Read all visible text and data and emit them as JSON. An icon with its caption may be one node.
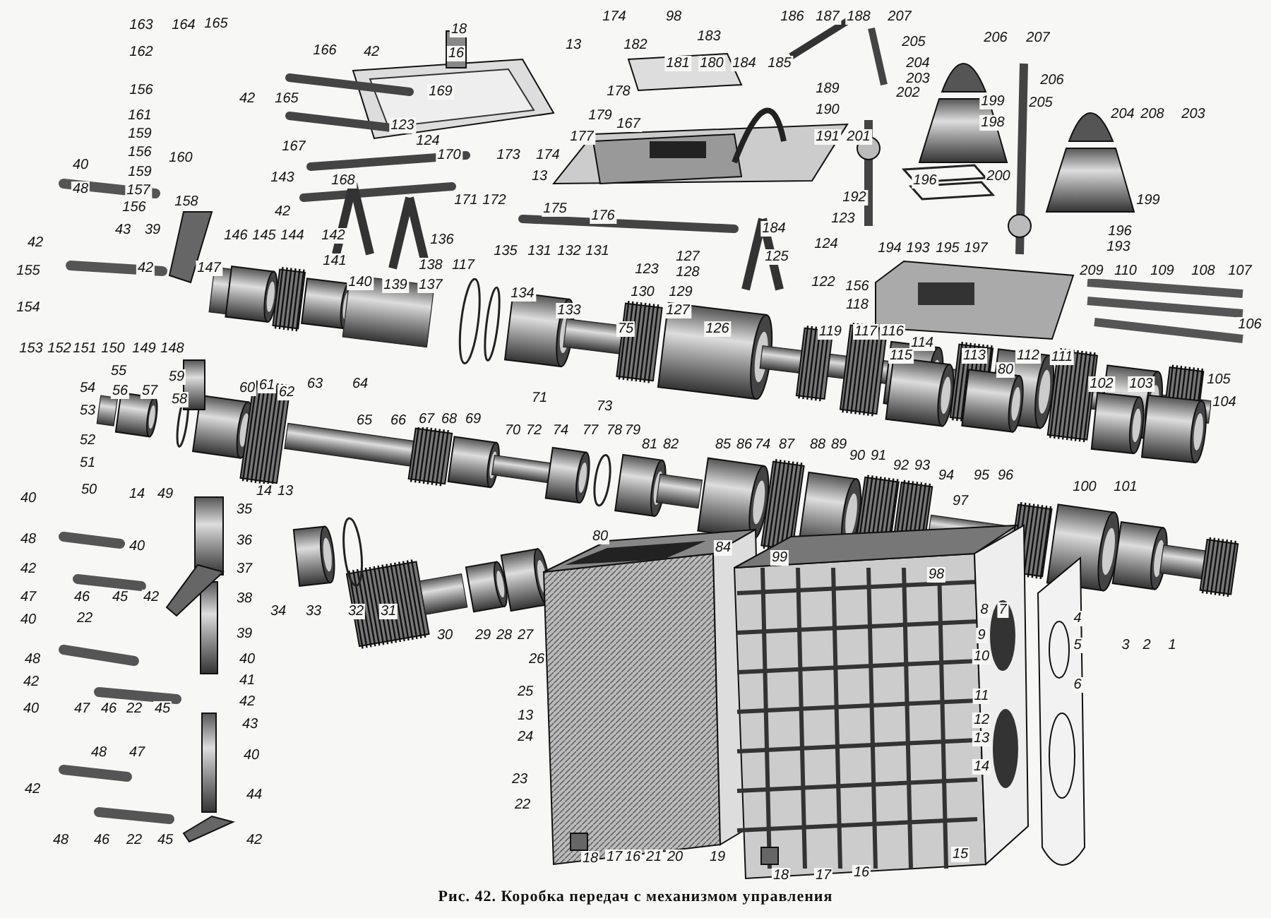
{
  "diagram": {
    "caption": "Рис. 42. Коробка передач с механизмом управления",
    "labels": [
      "163",
      "164",
      "165",
      "162",
      "166",
      "42",
      "156",
      "42",
      "165",
      "161",
      "159",
      "156",
      "160",
      "167",
      "40",
      "159",
      "143",
      "168",
      "48",
      "157",
      "156",
      "158",
      "42",
      "42",
      "43",
      "39",
      "146",
      "145",
      "144",
      "142",
      "155",
      "42",
      "147",
      "141",
      "140",
      "139",
      "154",
      "153",
      "152",
      "151",
      "150",
      "149",
      "148",
      "54",
      "55",
      "56",
      "57",
      "59",
      "58",
      "60",
      "61",
      "62",
      "63",
      "64",
      "53",
      "65",
      "66",
      "52",
      "123",
      "174",
      "98",
      "186",
      "187",
      "18",
      "183",
      "16",
      "13",
      "182",
      "181",
      "180",
      "184",
      "185",
      "169",
      "178",
      "189",
      "179",
      "167",
      "190",
      "124",
      "177",
      "191",
      "170",
      "173",
      "174",
      "13",
      "171",
      "172",
      "175",
      "176",
      "123",
      "184",
      "136",
      "135",
      "131",
      "132",
      "131",
      "124",
      "138",
      "117",
      "123",
      "127",
      "128",
      "125",
      "137",
      "134",
      "130",
      "129",
      "122",
      "133",
      "127",
      "75",
      "126",
      "119",
      "71",
      "73",
      "67",
      "68",
      "69",
      "70",
      "72",
      "74",
      "77",
      "78",
      "79",
      "81",
      "82",
      "85",
      "86",
      "74",
      "87",
      "88",
      "89",
      "188",
      "207",
      "205",
      "206",
      "207",
      "204",
      "203",
      "202",
      "199",
      "198",
      "206",
      "205",
      "204",
      "208",
      "203",
      "201",
      "200",
      "196",
      "192",
      "199",
      "196",
      "194",
      "193",
      "195",
      "197",
      "193",
      "209",
      "110",
      "109",
      "108",
      "107",
      "156",
      "118",
      "106",
      "117",
      "116",
      "114",
      "115",
      "113",
      "112",
      "111",
      "80",
      "102",
      "103",
      "105",
      "104",
      "90",
      "91",
      "92",
      "93",
      "94",
      "95",
      "96",
      "97",
      "100",
      "101",
      "98",
      "8",
      "7",
      "4",
      "9",
      "5",
      "3",
      "2",
      "1",
      "10",
      "6",
      "11",
      "12",
      "13",
      "14",
      "15",
      "16",
      "51",
      "50",
      "14",
      "49",
      "14",
      "13",
      "40",
      "35",
      "48",
      "40",
      "36",
      "42",
      "37",
      "47",
      "46",
      "45",
      "42",
      "38",
      "34",
      "33",
      "32",
      "31",
      "40",
      "22",
      "39",
      "48",
      "40",
      "42",
      "41",
      "40",
      "47",
      "46",
      "22",
      "45",
      "42",
      "43",
      "48",
      "47",
      "40",
      "42",
      "44",
      "48",
      "46",
      "22",
      "45",
      "42",
      "80",
      "84",
      "99",
      "30",
      "29",
      "28",
      "27",
      "26",
      "25",
      "13",
      "24",
      "23",
      "22",
      "18",
      "17",
      "16",
      "21",
      "20",
      "19",
      "18",
      "17"
    ]
  }
}
